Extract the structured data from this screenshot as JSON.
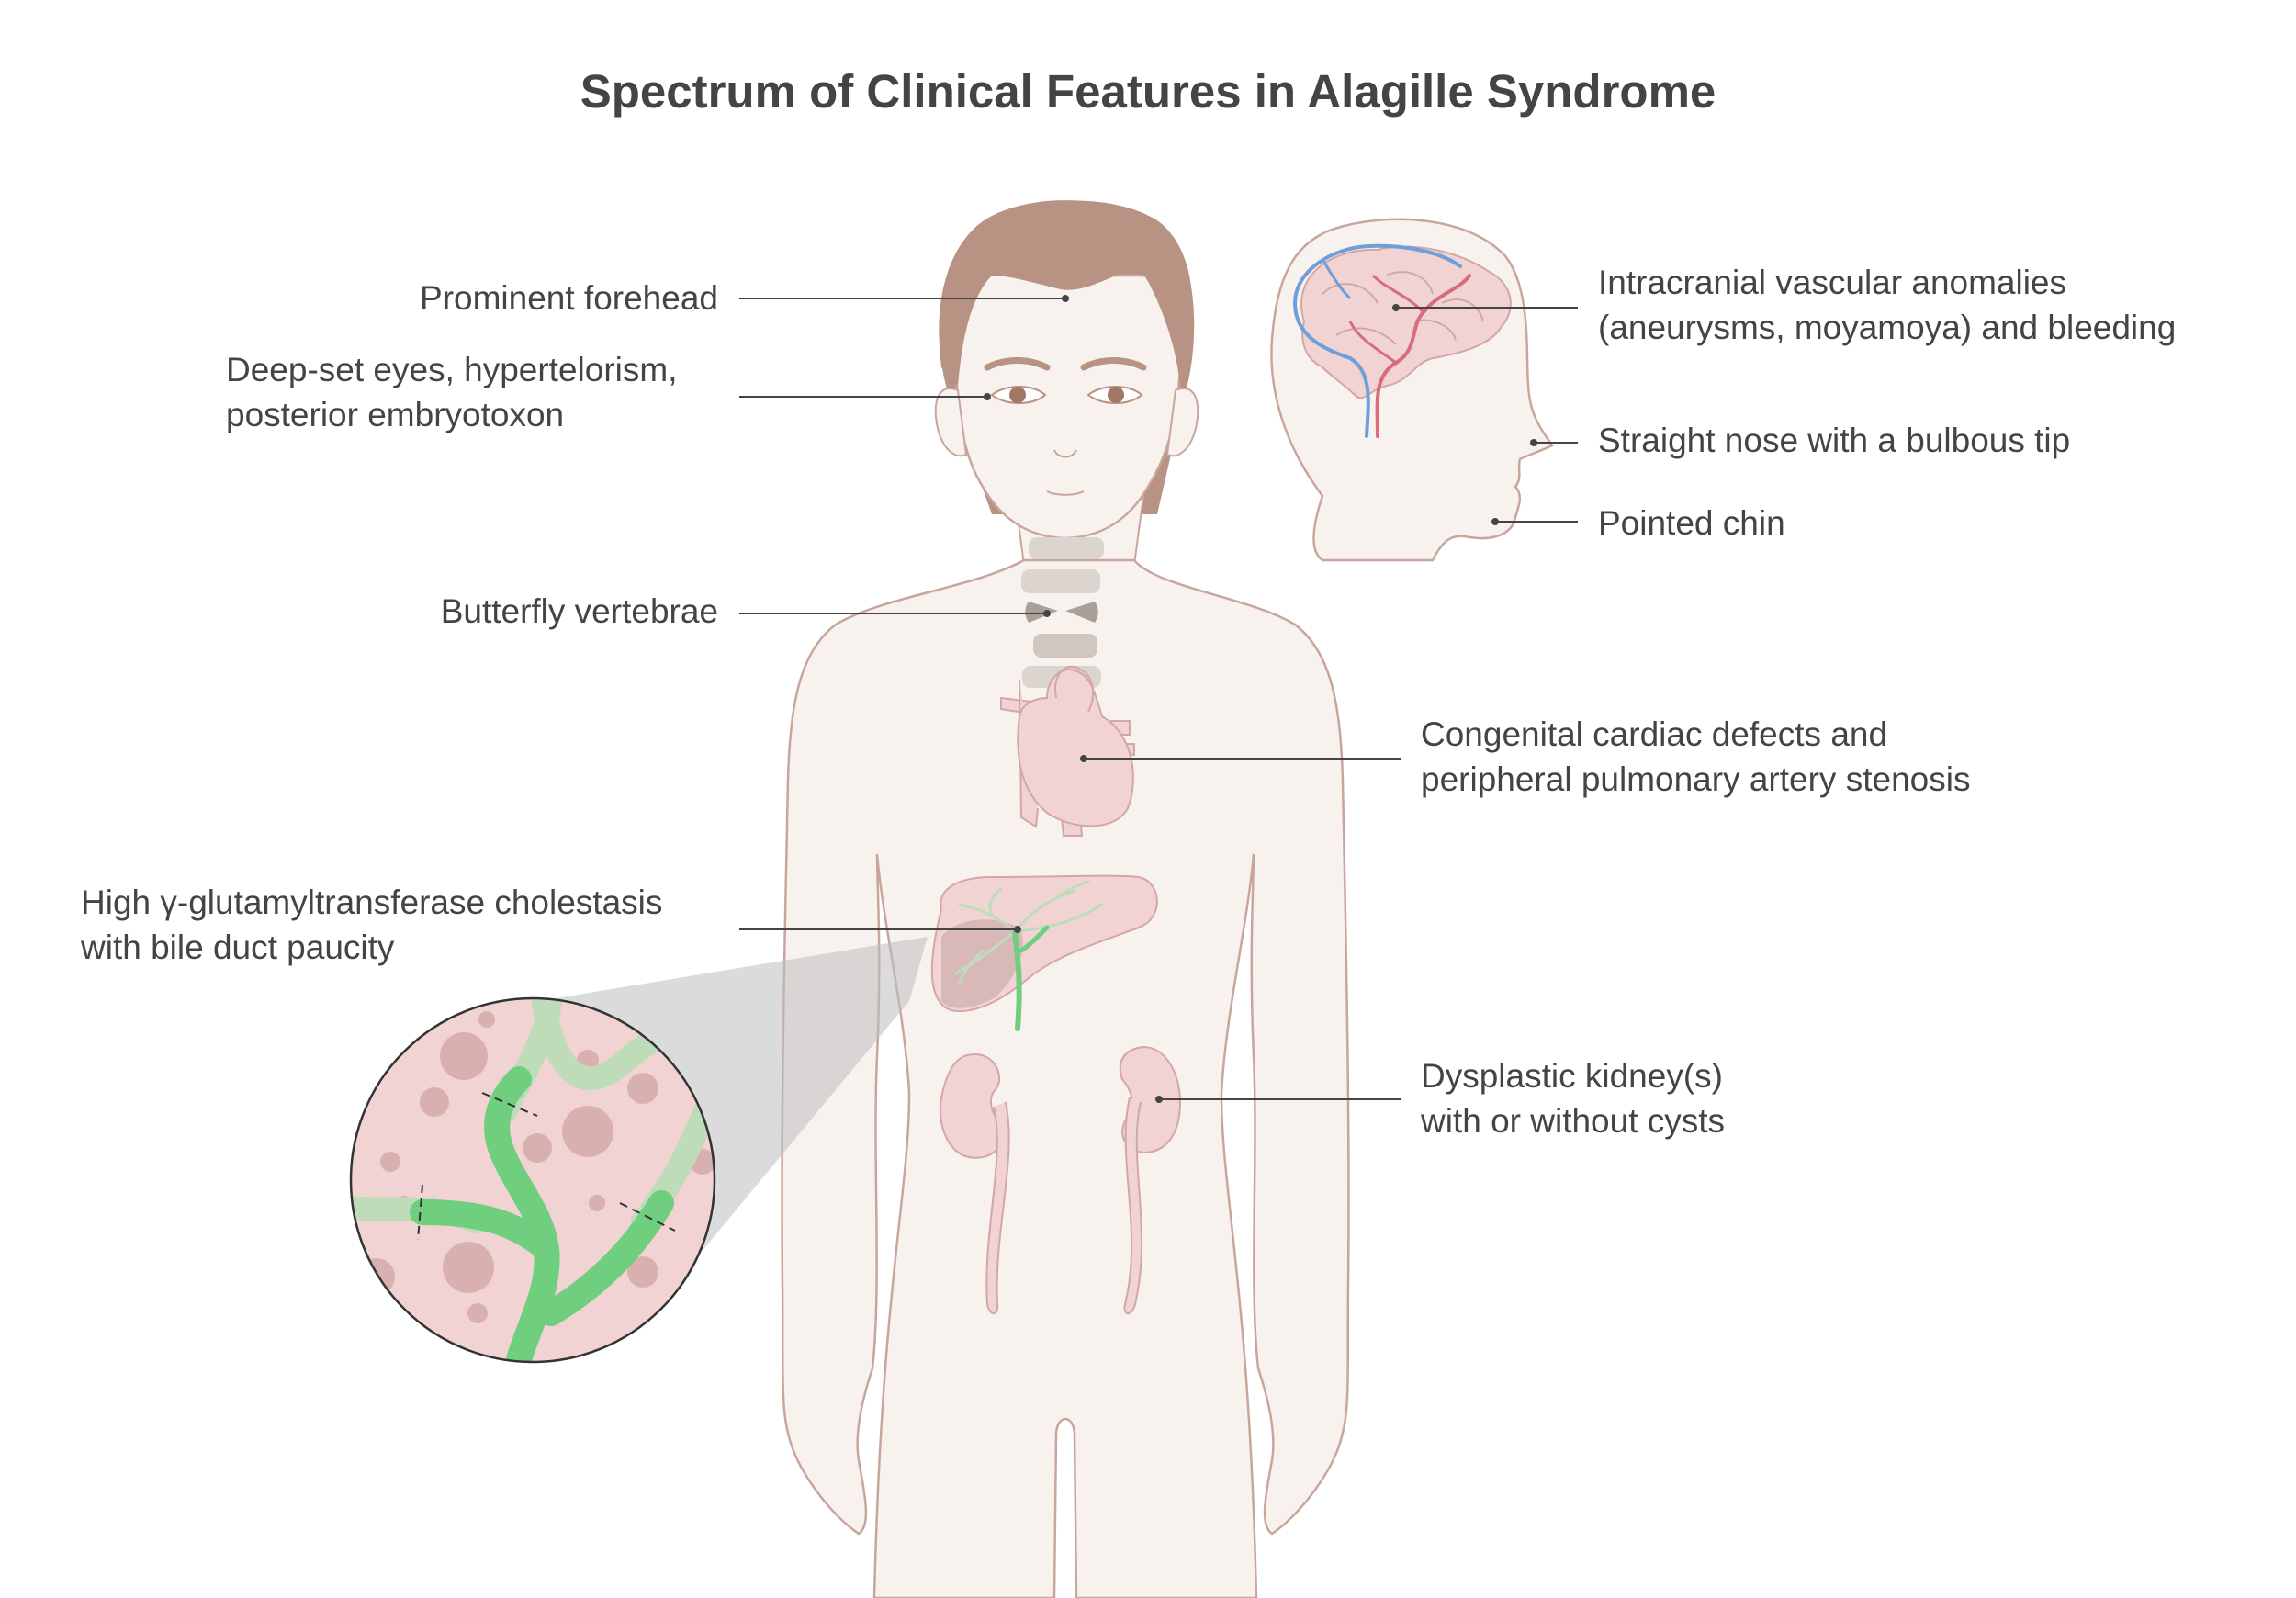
{
  "title": "Spectrum of Clinical Features in Alagille Syndrome",
  "labels": {
    "forehead": [
      "Prominent forehead"
    ],
    "eyes": [
      "Deep-set eyes, hypertelorism,",
      "posterior embryotoxon"
    ],
    "vertebrae": [
      "Butterfly vertebrae"
    ],
    "liver": [
      "High γ-glutamyltransferase cholestasis",
      "with bile duct paucity"
    ],
    "brain": [
      "Intracranial vascular anomalies",
      "(aneurysms, moyamoya) and bleeding"
    ],
    "nose": [
      "Straight nose with a bulbous tip"
    ],
    "chin": [
      "Pointed chin"
    ],
    "heart": [
      "Congenital cardiac defects and",
      "peripheral pulmonary artery stenosis"
    ],
    "kidney": [
      "Dysplastic kidney(s)",
      "with or without cysts"
    ]
  },
  "icons": [
    "human-body",
    "side-head-profile",
    "brain-icon",
    "heart-icon",
    "liver-icon",
    "kidney-icon",
    "vertebra-icon",
    "bile-duct-magnifier"
  ],
  "colors": {
    "skin": "#f8f2ef",
    "skin_outline": "#c9a69c",
    "hair": "#b89383",
    "organ": "#f1d3d3",
    "organ_outline": "#d4a6a6",
    "bile_duct": "#6fcf7f",
    "bile_duct_light": "#bfdcb9",
    "artery": "#d96b7c",
    "vein": "#6f9fd8",
    "leader": "#444444",
    "vertebra": "#dcd4ce",
    "vertebra_dark": "#a9a09a"
  }
}
